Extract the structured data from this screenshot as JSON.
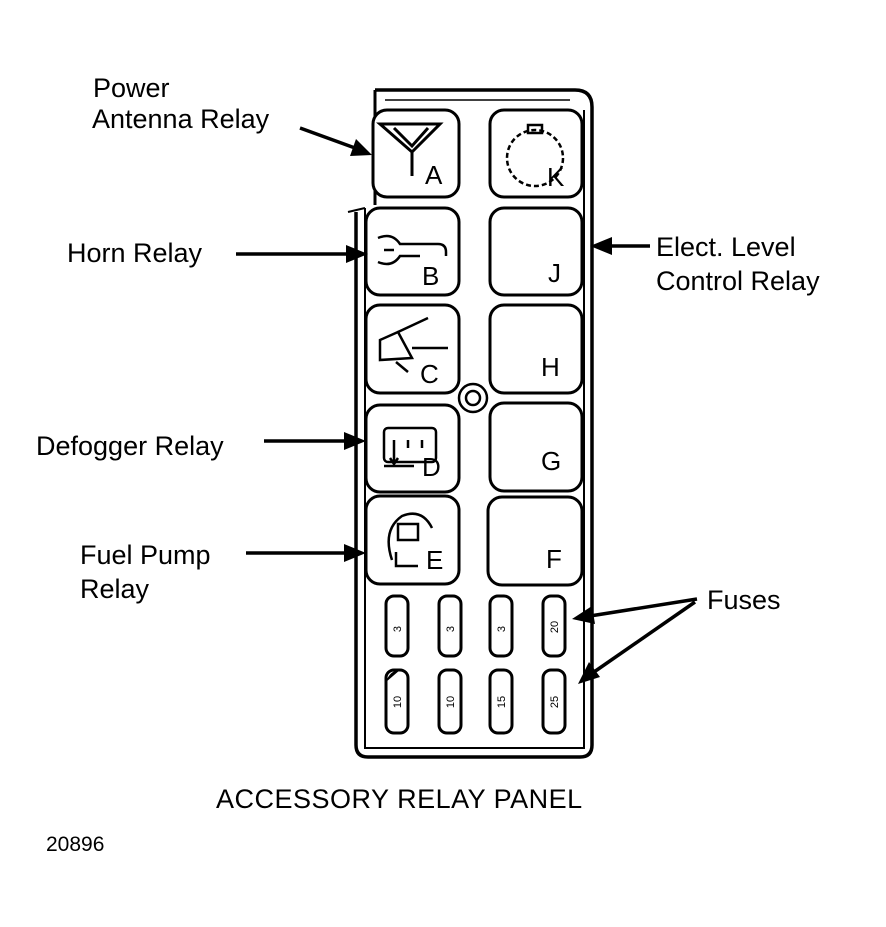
{
  "labels": {
    "power_antenna_line1": "Power",
    "power_antenna_line2": "Antenna Relay",
    "horn": "Horn Relay",
    "defogger": "Defogger Relay",
    "fuel_pump_line1": "Fuel Pump",
    "fuel_pump_line2": "Relay",
    "elc_line1": "Elect. Level",
    "elc_line2": "Control Relay",
    "fuses": "Fuses"
  },
  "relays": {
    "a": "A",
    "b": "B",
    "c": "C",
    "d": "D",
    "e": "E",
    "f": "F",
    "g": "G",
    "h": "H",
    "j": "J",
    "k": "K"
  },
  "fuses": {
    "top": [
      "3",
      "3",
      "3",
      "20"
    ],
    "bottom": [
      "10",
      "10",
      "15",
      "25"
    ]
  },
  "caption": "ACCESSORY RELAY PANEL",
  "ref_number": "20896",
  "icons": [
    "antenna-icon",
    "horn-icon",
    "wiper-icon",
    "defogger-icon",
    "fuel-pump-icon",
    "round-connector-icon",
    "mounting-screw-icon"
  ]
}
